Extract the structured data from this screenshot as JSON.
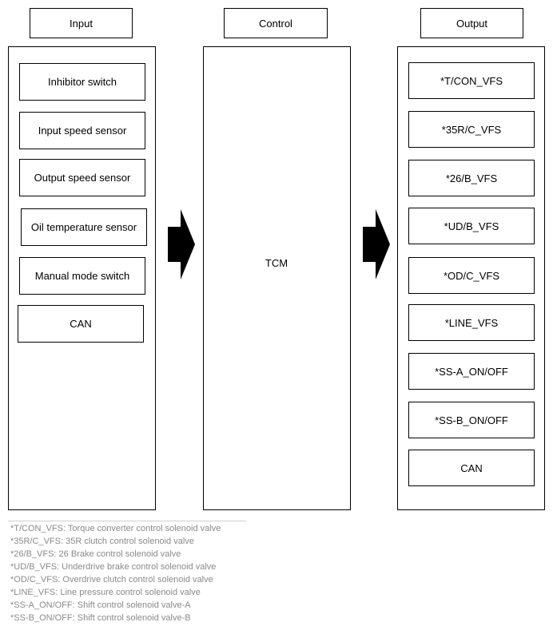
{
  "headers": {
    "input": "Input",
    "control": "Control",
    "output": "Output"
  },
  "input_items": [
    "Inhibitor switch",
    "Input speed sensor",
    "Output speed sensor",
    "Oil temperature sensor",
    "Manual mode switch",
    "CAN"
  ],
  "control_label": "TCM",
  "output_items": [
    "*T/CON_VFS",
    "*35R/C_VFS",
    "*26/B_VFS",
    "*UD/B_VFS",
    "*OD/C_VFS",
    "*LINE_VFS",
    "*SS-A_ON/OFF",
    "*SS-B_ON/OFF",
    "CAN"
  ],
  "footnotes": [
    "*T/CON_VFS: Torque converter control solenoid valve",
    "*35R/C_VFS: 35R clutch control solenoid valve",
    "*26/B_VFS: 26 Brake control solenoid valve",
    "*UD/B_VFS: Underdrive brake control solenoid valve",
    "*OD/C_VFS: Overdrive clutch control solenoid valve",
    "*LINE_VFS: Line pressure control solenoid valve",
    "*SS-A_ON/OFF: Shift control solenoid valve-A",
    "*SS-B_ON/OFF: Shift control solenoid valve-B"
  ]
}
